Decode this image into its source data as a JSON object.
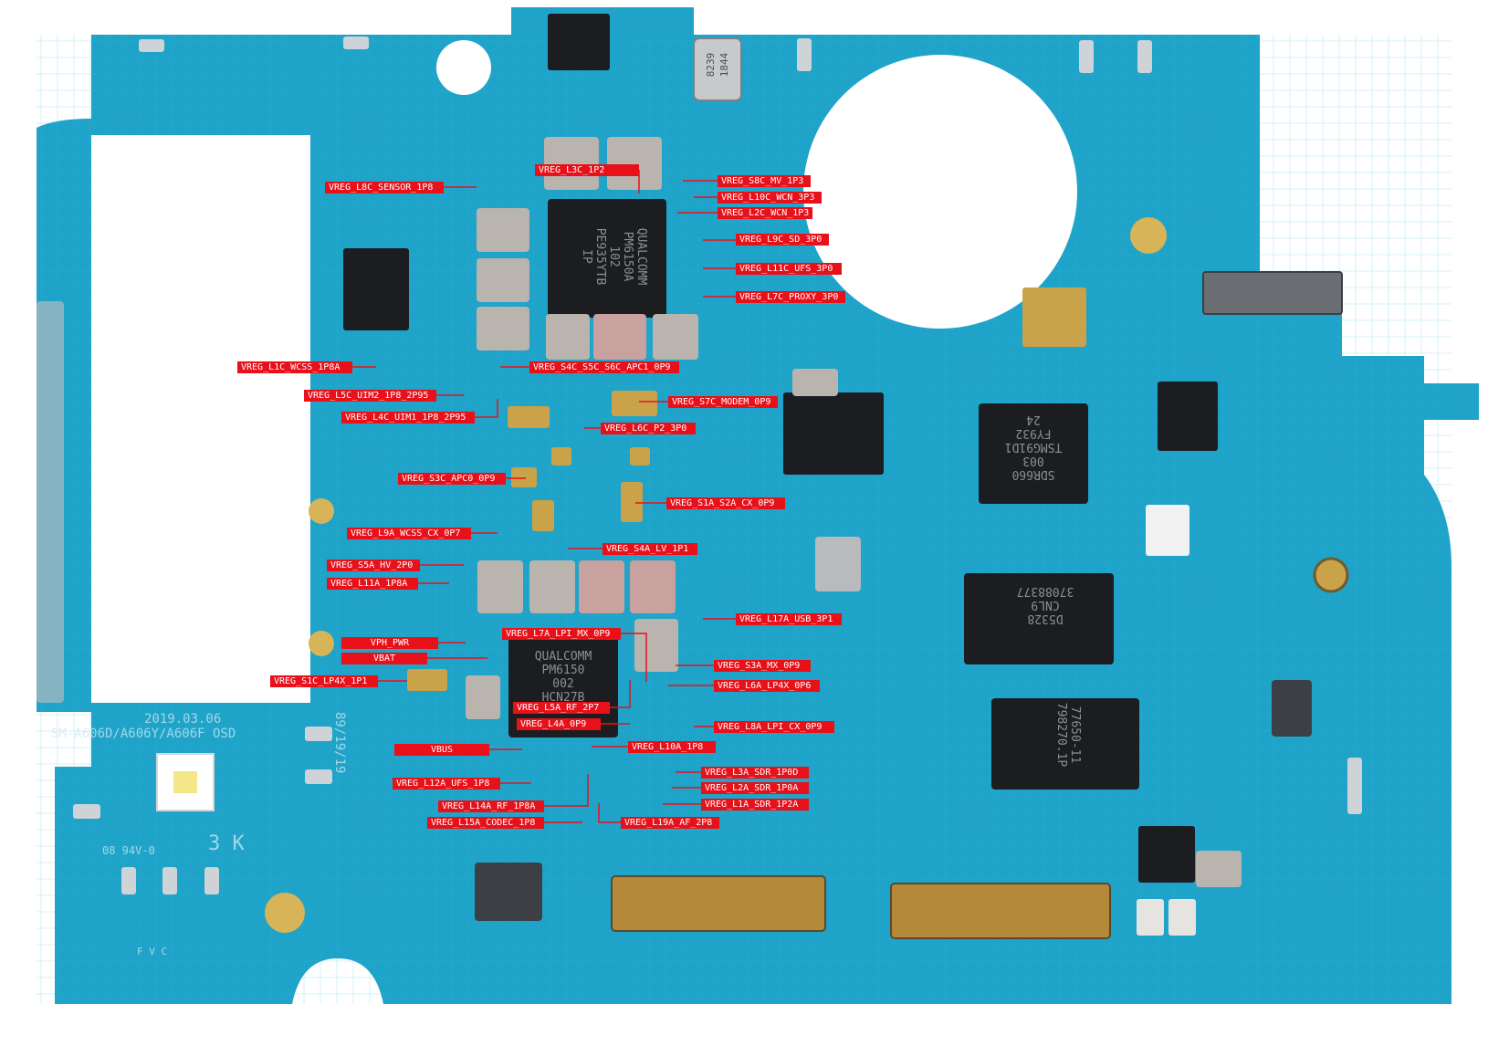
{
  "board": {
    "colors": {
      "pcb": "#1fa3c9",
      "pcb_dark": "#15809f",
      "trace": "#2cb8dc",
      "pad_gold": "#c9a24a",
      "chip": "#1b1d21",
      "label_bg": "#e8111a",
      "label_text": "#ffffff"
    },
    "silkscreen": {
      "date": "2019.03.06",
      "model": "SM-A606D/A606Y/A606F OSD",
      "rev": "3 K",
      "code": "08   94V-0",
      "stamp": "89/19/19",
      "pins": "F  V  C"
    },
    "chips": {
      "pmic_top": "QUALCOMM\nPM6150A\n102\nPE935YTB\nIP",
      "pmic_bottom": "QUALCOMM\nPM6150\n002\nHCN27B",
      "rf_transceiver": "SDR660\n003\nTSMG91D1\nFY932\n24",
      "pa_module": "D5328\nCNL9\n37088377",
      "fem_module": "77650-11\n798270.1P",
      "crystal": "8239\n1844"
    }
  },
  "labels": {
    "l3c": "VREG_L3C_1P2",
    "l8c": "VREG_L8C_SENSOR_1P8",
    "s8c": "VREG_S8C_MV_1P3",
    "l10c": "VREG_L10C_WCN_3P3",
    "l2c": "VREG_L2C_WCN_1P3",
    "l9c": "VREG_L9C_SD_3P0",
    "l11c": "VREG_L11C_UFS_3P0",
    "l7c": "VREG_L7C_PROXY_3P0",
    "l1c": "VREG_L1C_WCSS_1P8A",
    "s4c": "VREG_S4C_S5C_S6C_APC1_0P9",
    "l5c": "VREG_L5C_UIM2_1P8_2P95",
    "s7c": "VREG_S7C_MODEM_0P9",
    "l4c": "VREG_L4C_UIM1_1P8_2P95",
    "l6c": "VREG_L6C_P2_3P0",
    "s3c": "VREG_S3C_APC0_0P9",
    "s1a": "VREG_S1A_S2A_CX_0P9",
    "l9a": "VREG_L9A_WCSS_CX_0P7",
    "s4a": "VREG_S4A_LV_1P1",
    "s5a": "VREG_S5A_HV_2P0",
    "l11a": "VREG_L11A_1P8A",
    "l17a": "VREG_L17A_USB_3P1",
    "l7a": "VREG_L7A_LPI_MX_0P9",
    "vph": "VPH_PWR",
    "vbat": "VBAT",
    "s3a": "VREG_S3A_MX_0P9",
    "s1c": "VREG_S1C_LP4X_1P1",
    "l6a": "VREG_L6A_LP4X_0P6",
    "l5a": "VREG_L5A_RF_2P7",
    "l4a": "VREG_L4A_0P9",
    "l8a": "VREG_L8A_LPI_CX_0P9",
    "vbus": "VBUS",
    "l10a": "VREG_L10A_1P8",
    "l3a": "VREG_L3A_SDR_1P0D",
    "l12a": "VREG_L12A_UFS_1P8",
    "l2a": "VREG_L2A_SDR_1P0A",
    "l14a": "VREG_L14A_RF_1P8A",
    "l1a": "VREG_L1A_SDR_1P2A",
    "l15a": "VREG_L15A_CODEC_1P8",
    "l19a": "VREG_L19A_AF_2P8"
  }
}
